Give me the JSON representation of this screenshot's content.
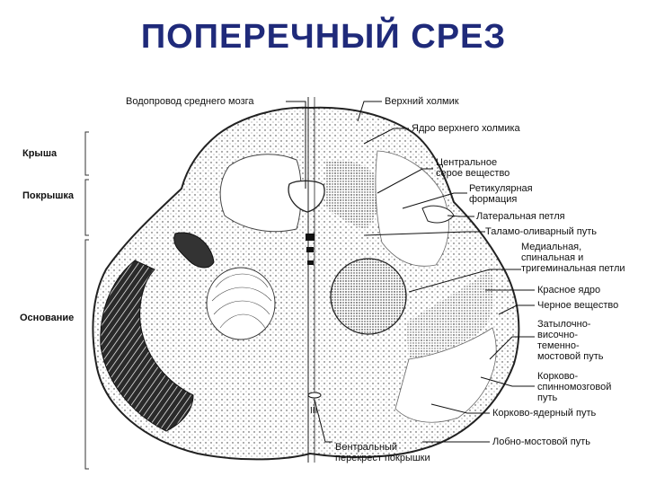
{
  "title": "ПОПЕРЕЧНЫЙ СРЕЗ",
  "side_labels": {
    "roof": "Крыша",
    "tegmentum": "Покрышка",
    "base": "Основание"
  },
  "labels": {
    "aqueduct": "Водопровод среднего мозга",
    "superior_colliculus": "Верхний холмик",
    "superior_colliculus_nucleus": "Ядро верхнего холмика",
    "central_gray_1": "Центральное",
    "central_gray_2": "серое вещество",
    "reticular_1": "Ретикулярная",
    "reticular_2": "формация",
    "lateral_lemniscus": "Латеральная петля",
    "thalamo_olivary": "Таламо-оливарный путь",
    "medial_lemniscus_1": "Медиальная,",
    "medial_lemniscus_2": "спинальная и",
    "medial_lemniscus_3": "тригеминальная петли",
    "red_nucleus": "Красное ядро",
    "substantia_nigra": "Черное вещество",
    "optp_1": "Затылочно-",
    "optp_2": "височно-",
    "optp_3": "теменно-",
    "optp_4": "мостовой путь",
    "corticospinal_1": "Корково-",
    "corticospinal_2": "спинномозговой",
    "corticospinal_3": "путь",
    "corticonuclear": "Корково-ядерный путь",
    "frontopontine": "Лобно-мостовой путь",
    "ventral_decussation_1": "Вентральный",
    "ventral_decussation_2": "перекрест покрышки",
    "nerve_iii": "III"
  }
}
